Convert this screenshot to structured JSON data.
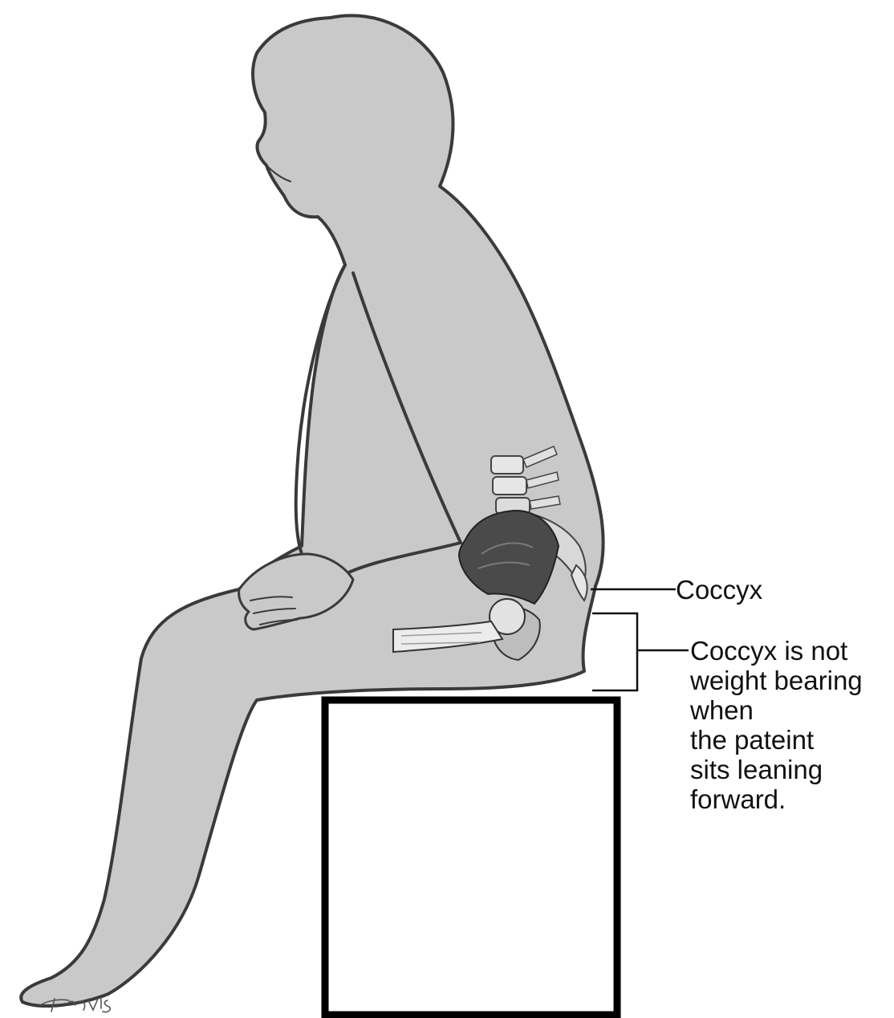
{
  "labels": {
    "coccyx": "Coccyx",
    "note_lines": [
      "Coccyx is not",
      "weight bearing",
      "when",
      "the pateint",
      "sits leaning",
      "forward."
    ]
  },
  "signature": "Travis",
  "colors": {
    "figure_fill": "#c9c9c9",
    "outline": "#3a3a3a",
    "bone_light": "#e6e6e6",
    "bone_dark": "#4a4a4a",
    "box_stroke": "#000000",
    "background": "#ffffff"
  }
}
